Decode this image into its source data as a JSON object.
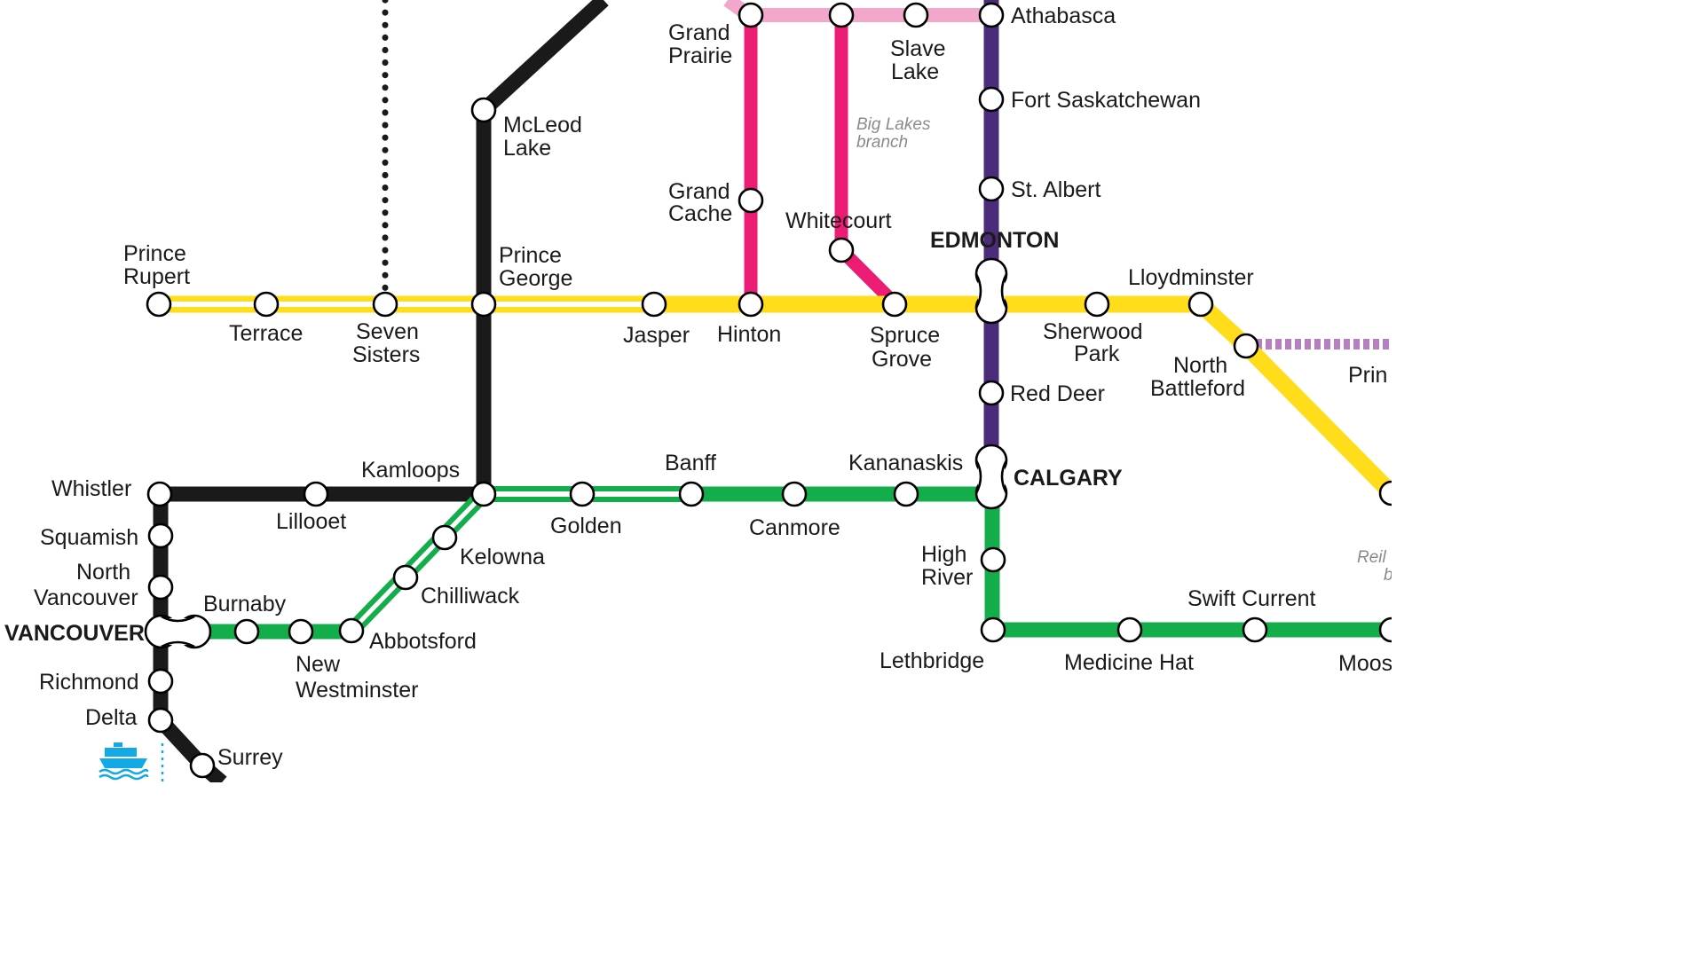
{
  "colors": {
    "yellow": "#FFDD1A",
    "black": "#1A1A1A",
    "green": "#13AE4B",
    "magenta": "#EC1B73",
    "pink": "#F3A8CB",
    "purple": "#4A2C7A",
    "lilac": "#B77FC2",
    "ferry": "#13A9E6",
    "branch_text": "#8A8A8A"
  },
  "stations": {
    "prince_rupert": [
      "Prince",
      "Rupert"
    ],
    "terrace": "Terrace",
    "seven_sisters": [
      "Seven",
      "Sisters"
    ],
    "prince_george": [
      "Prince",
      "George"
    ],
    "jasper": "Jasper",
    "hinton": "Hinton",
    "spruce_grove": [
      "Spruce",
      "Grove"
    ],
    "sherwood_park": [
      "Sherwood",
      "Park"
    ],
    "lloydminster": "Lloydminster",
    "north_battleford": [
      "North",
      "Battleford"
    ],
    "prince_partial": "Prin",
    "mcleod_lake": [
      "McLeod",
      "Lake"
    ],
    "grand_prairie": [
      "Grand",
      "Prairie"
    ],
    "slave_lake": [
      "Slave",
      "Lake"
    ],
    "athabasca": "Athabasca",
    "fort_saskatchewan": "Fort Saskatchewan",
    "st_albert": "St. Albert",
    "grand_cache": [
      "Grand",
      "Cache"
    ],
    "whitecourt": "Whitecourt",
    "red_deer": "Red Deer",
    "whistler": "Whistler",
    "squamish": "Squamish",
    "north_vancouver": [
      "North",
      "Vancouver"
    ],
    "richmond": "Richmond",
    "delta": "Delta",
    "surrey": "Surrey",
    "lillooet": "Lillooet",
    "kamloops": "Kamloops",
    "golden": "Golden",
    "banff": "Banff",
    "canmore": "Canmore",
    "kananaskis": "Kananaskis",
    "kelowna": "Kelowna",
    "chilliwack": "Chilliwack",
    "abbotsford": "Abbotsford",
    "burnaby": "Burnaby",
    "new_westminster": [
      "New",
      "Westminster"
    ],
    "high_river": [
      "High",
      "River"
    ],
    "lethbridge": "Lethbridge",
    "medicine_hat": "Medicine Hat",
    "swift_current": "Swift Current",
    "moose_partial": "Moos"
  },
  "cities": {
    "edmonton": "EDMONTON",
    "calgary": "CALGARY",
    "vancouver": "VANCOUVER"
  },
  "branches": {
    "big_lakes": [
      "Big Lakes",
      "branch"
    ],
    "reil_partial": [
      "Reil T",
      "b"
    ]
  },
  "icons": {
    "ferry": "ferry-icon"
  }
}
